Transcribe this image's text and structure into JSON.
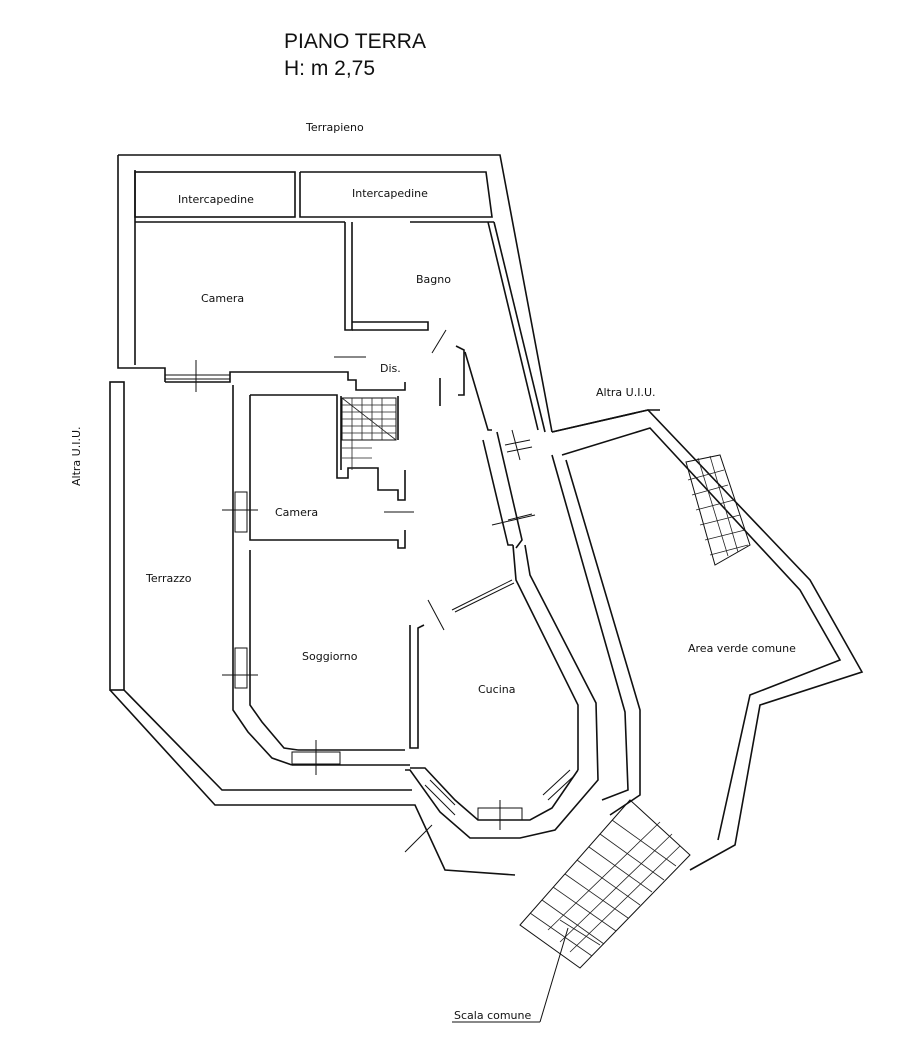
{
  "header": {
    "title": "PIANO TERRA",
    "height": "H: m 2,75"
  },
  "labels": {
    "terrapieno": "Terrapieno",
    "intercapedine_left": "Intercapedine",
    "intercapedine_right": "Intercapedine",
    "camera_top": "Camera",
    "bagno": "Bagno",
    "disimpegno": "Dis.",
    "altra_uiu_right": "Altra U.I.U.",
    "altra_uiu_left": "Altra U.I.U.",
    "camera_mid": "Camera",
    "terrazzo": "Terrazzo",
    "area_verde": "Area verde comune",
    "soggiorno": "Soggiorno",
    "cucina": "Cucina",
    "scala_comune": "Scala comune"
  }
}
